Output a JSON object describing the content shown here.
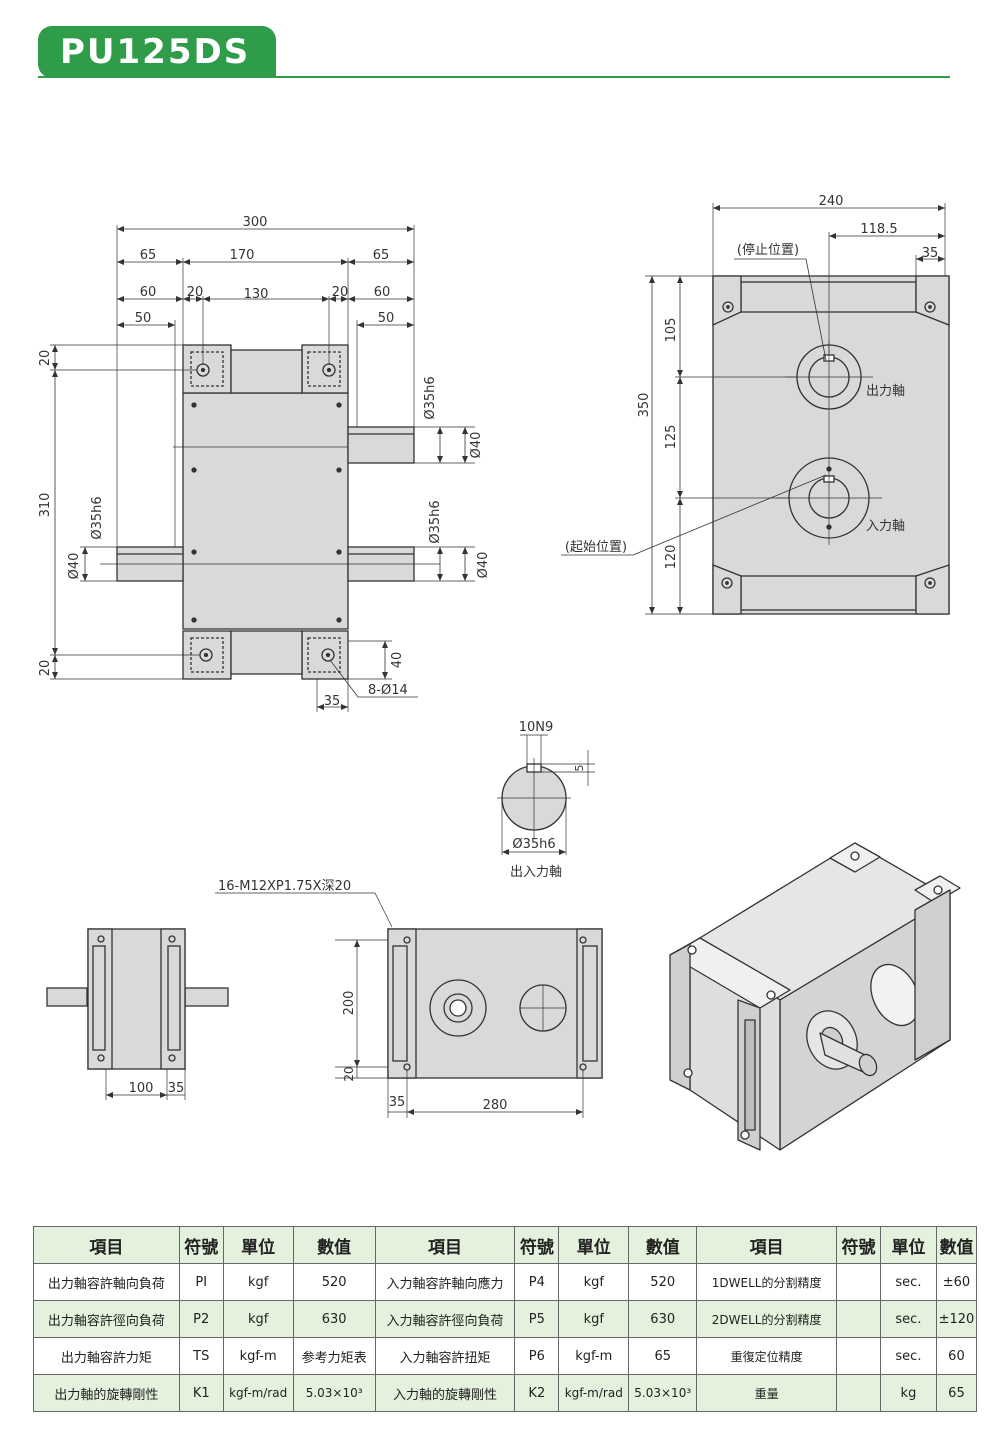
{
  "header": {
    "title": "PU125DS",
    "accent_color": "#2e9c48"
  },
  "top_view": {
    "dims": {
      "overall_width": "300",
      "left_ext": "65",
      "body_width": "170",
      "right_ext": "65",
      "d60_left": "60",
      "d20_left": "20",
      "d130": "130",
      "d20_right": "20",
      "d60_right": "60",
      "d50_left": "50",
      "d50_right": "50",
      "d20_top": "20",
      "height_310": "310",
      "d20_bottom": "20",
      "shaft_fit_1": "Ø35h6",
      "shaft_dia_1": "Ø40",
      "shaft_fit_2": "Ø35h6",
      "shaft_dia_2": "Ø40",
      "shaft_fit_left": "Ø35h6",
      "shaft_dia_left": "Ø40",
      "d40": "40",
      "d35": "35",
      "holes": "8-Ø14"
    }
  },
  "front_view": {
    "dims": {
      "width_240": "240",
      "d118_5": "118.5",
      "d35": "35",
      "height_350": "350",
      "d105": "105",
      "d125": "125",
      "d120": "120"
    },
    "labels": {
      "stop_position": "(停止位置)",
      "start_position": "(起始位置)",
      "output_shaft": "出力軸",
      "input_shaft": "入力軸"
    }
  },
  "shaft_section": {
    "key": "10N9",
    "depth": "5",
    "fit": "Ø35h6",
    "label": "出入力軸"
  },
  "bottom_views": {
    "tap_note": "16-M12XP1.75X深20",
    "d100": "100",
    "d35_a": "35",
    "d200": "200",
    "d20": "20",
    "d35_b": "35",
    "d280": "280"
  },
  "table": {
    "headers": [
      "項目",
      "符號",
      "單位",
      "數值",
      "項目",
      "符號",
      "單位",
      "數值",
      "項目",
      "符號",
      "單位",
      "數值"
    ],
    "rows": [
      [
        "出力軸容許軸向負荷",
        "PI",
        "kgf",
        "520",
        "入力軸容許軸向應力",
        "P4",
        "kgf",
        "520",
        "1DWELL的分割精度",
        "",
        "sec.",
        "±60"
      ],
      [
        "出力軸容許徑向負荷",
        "P2",
        "kgf",
        "630",
        "入力軸容許徑向負荷",
        "P5",
        "kgf",
        "630",
        "2DWELL的分割精度",
        "",
        "sec.",
        "±120"
      ],
      [
        "出力軸容許力矩",
        "TS",
        "kgf-m",
        "参考力矩表",
        "入力軸容許扭矩",
        "P6",
        "kgf-m",
        "65",
        "重復定位精度",
        "",
        "sec.",
        "60"
      ],
      [
        "出力軸的旋轉剛性",
        "K1",
        "kgf-m/rad",
        "5.03×10³",
        "入力軸的旋轉剛性",
        "K2",
        "kgf-m/rad",
        "5.03×10³",
        "重量",
        "",
        "kg",
        "65"
      ]
    ]
  }
}
